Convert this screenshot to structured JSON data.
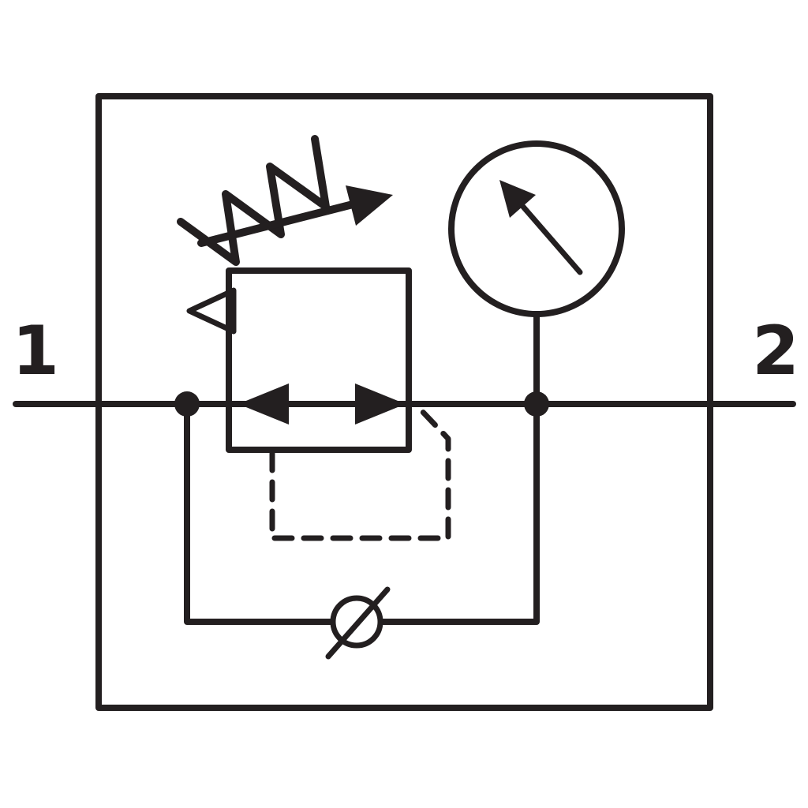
{
  "diagram": {
    "kind": "pneumatic-schematic-symbol",
    "ports": {
      "inlet_label": "1",
      "outlet_label": "2"
    },
    "colors": {
      "ink": "#231f20",
      "background": "#ffffff"
    },
    "icons": [
      {
        "name": "enclosure-box-icon"
      },
      {
        "name": "flow-line-icon"
      },
      {
        "name": "regulator-valve-body-icon"
      },
      {
        "name": "flow-arrowheads-icon"
      },
      {
        "name": "adjustment-spring-icon"
      },
      {
        "name": "adjustment-arrow-icon"
      },
      {
        "name": "relief-triangle-icon"
      },
      {
        "name": "pressure-gauge-icon"
      },
      {
        "name": "gauge-needle-icon"
      },
      {
        "name": "pilot-line-dashed-icon"
      },
      {
        "name": "check-valve-icon"
      },
      {
        "name": "junction-dot-icon"
      }
    ]
  }
}
